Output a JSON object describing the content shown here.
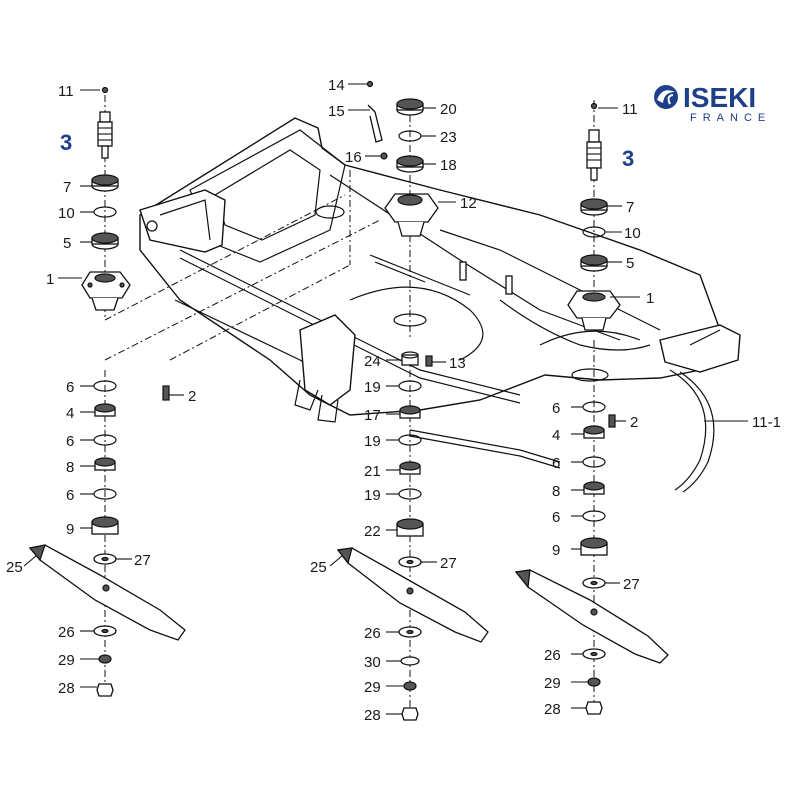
{
  "logo": {
    "brand": "ISEKI",
    "sub": "FRANCE",
    "color": "#1e3f8a",
    "icon": "iseki-swirl-icon"
  },
  "callouts": {
    "l_11": "11",
    "l_3": "3",
    "l_7": "7",
    "l_10": "10",
    "l_5": "5",
    "l_1": "1",
    "l_6a": "6",
    "l_4": "4",
    "l_6b": "6",
    "l_8": "8",
    "l_6c": "6",
    "l_9": "9",
    "l_25": "25",
    "l_27": "27",
    "l_26": "26",
    "l_29": "29",
    "l_28": "28",
    "c_14": "14",
    "c_15": "15",
    "c_16": "16",
    "c_20": "20",
    "c_23": "23",
    "c_18": "18",
    "c_12": "12",
    "c_24": "24",
    "c_13": "13",
    "c_19a": "19",
    "c_17": "17",
    "c_19b": "19",
    "c_21": "21",
    "c_19c": "19",
    "c_22": "22",
    "c_25": "25",
    "c_27": "27",
    "c_26": "26",
    "c_30": "30",
    "c_29": "29",
    "c_28": "28",
    "l_2": "2",
    "r_11": "11",
    "r_3": "3",
    "r_7": "7",
    "r_10": "10",
    "r_5": "5",
    "r_1": "1",
    "r_11_1": "11-1",
    "r_2": "2",
    "r_6a": "6",
    "r_4": "4",
    "r_6b": "6",
    "r_8": "8",
    "r_6c": "6",
    "r_9": "9",
    "r_27": "27",
    "r_26": "26",
    "r_29": "29",
    "r_28": "28"
  },
  "highlight_color": "#1e3f8a"
}
